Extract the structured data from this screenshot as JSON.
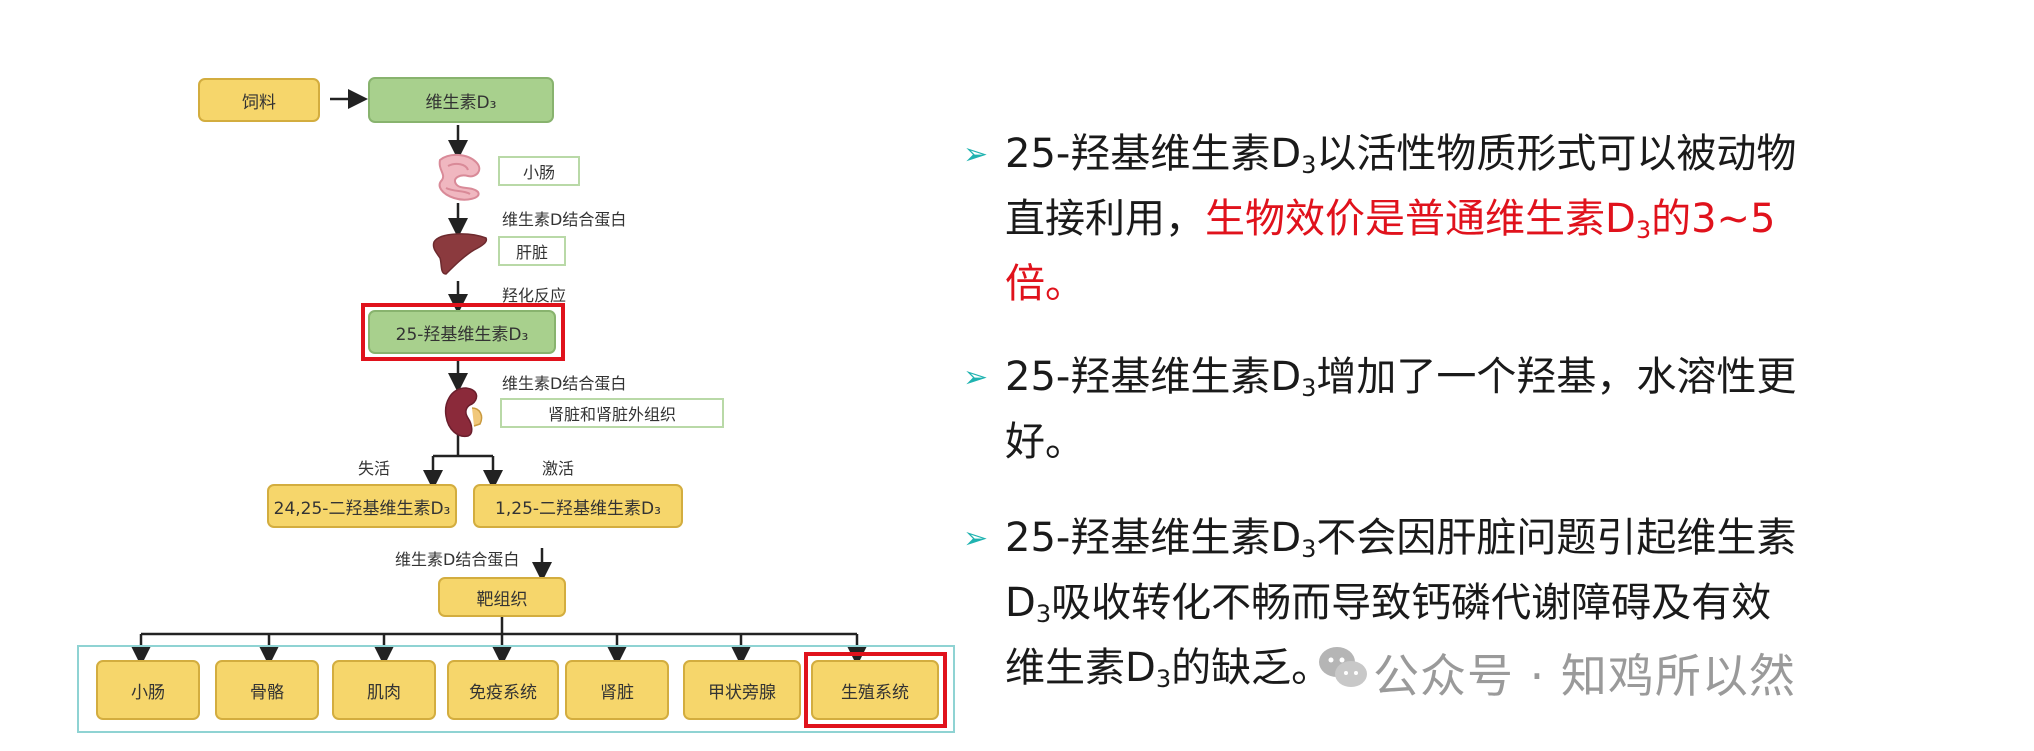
{
  "diagram": {
    "feed": "饲料",
    "vitamin_d3": "维生素D₃",
    "small_intestine": "小肠",
    "binding_protein_1": "维生素D结合蛋白",
    "liver": "肝脏",
    "hydroxylation": "羟化反应",
    "hydroxy_d3": "25-羟基维生素D₃",
    "binding_protein_2": "维生素D结合蛋白",
    "kidney_tissue": "肾脏和肾脏外组织",
    "inactivation": "失活",
    "activation": "激活",
    "d3_24_25": "24,25-二羟基维生素D₃",
    "d3_1_25": "1,25-二羟基维生素D₃",
    "binding_protein_3": "维生素D结合蛋白",
    "target_tissue": "靶组织",
    "targets": [
      "小肠",
      "骨骼",
      "肌肉",
      "免疫系统",
      "肾脏",
      "甲状旁腺",
      "生殖系统"
    ]
  },
  "bullets": {
    "b1_l1_a": "25-羟基维生素D",
    "b1_l1_sub": "3",
    "b1_l1_b": "以活性物质形式可以被动物",
    "b1_l2_a": "直接利用，",
    "b1_l2_red_a": "生物效价是普通维生素D",
    "b1_l2_red_sub": "3",
    "b1_l2_red_b": "的3~5",
    "b1_l3_red": "倍。",
    "b2_l1_a": "25-羟基维生素D",
    "b2_l1_sub": "3",
    "b2_l1_b": "增加了一个羟基，水溶性更",
    "b2_l2": "好。",
    "b3_l1_a": "25-羟基维生素D",
    "b3_l1_sub": "3",
    "b3_l1_b": "不会因肝脏问题引起维生素",
    "b3_l2_a": "D",
    "b3_l2_sub": "3",
    "b3_l2_b": "吸收转化不畅而导致钙磷代谢障碍及有效",
    "b3_l3_a": "维生素D",
    "b3_l3_sub": "3",
    "b3_l3_b": "的缺乏。"
  },
  "watermark": "公众号 · 知鸡所以然",
  "icons": [
    "right-arrow-bullet-icon",
    "intestine-icon",
    "liver-icon",
    "kidney-icon",
    "wechat-icon"
  ],
  "colors": {
    "highlight_red": "#e0121c",
    "bullet_teal": "#1fb3b0",
    "yellow_box": "#f6d66b",
    "green_box": "#a8d08d"
  }
}
